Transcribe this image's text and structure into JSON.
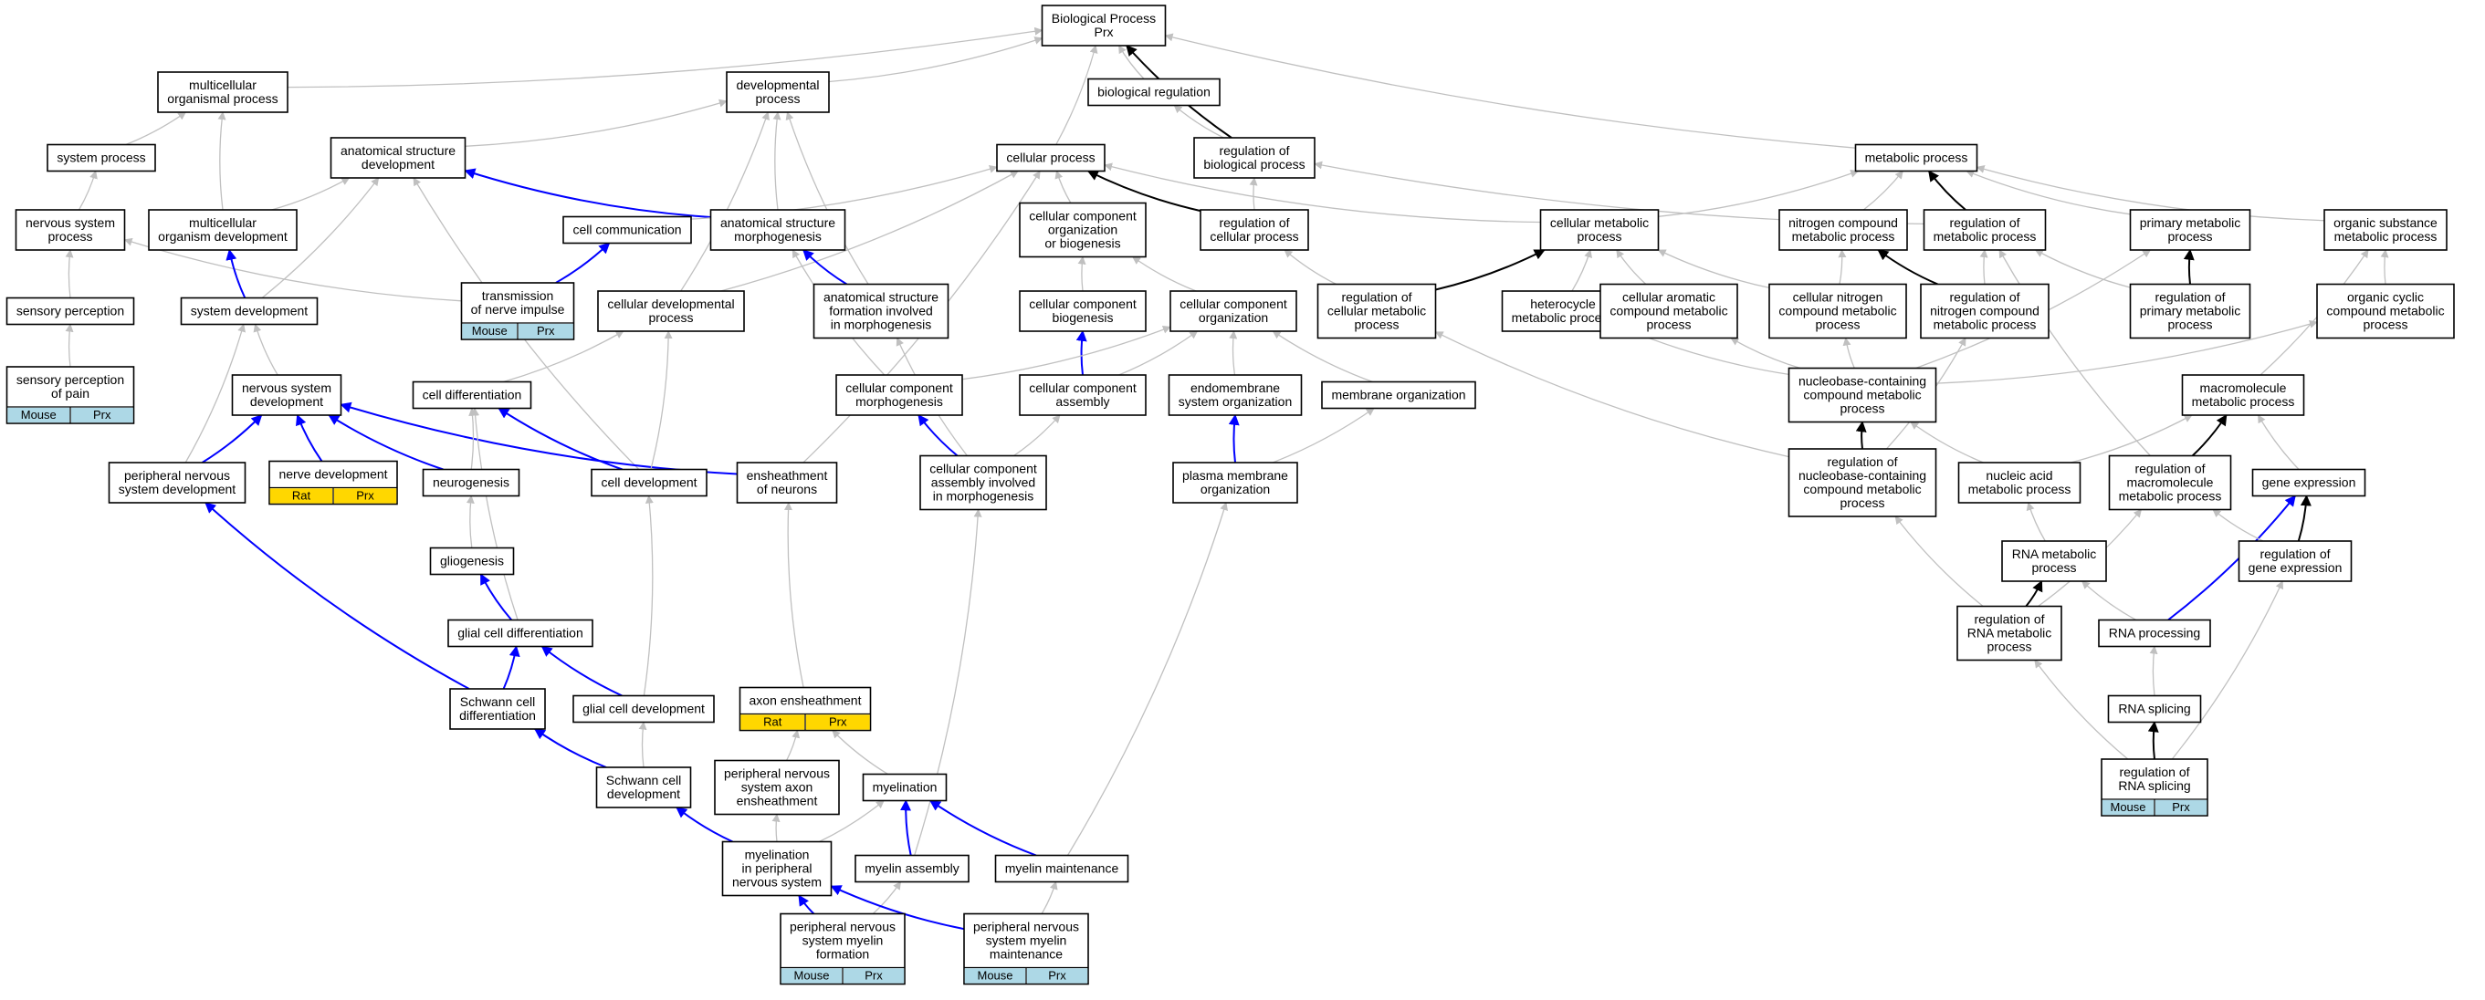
{
  "colors": {
    "edge_gray": "#c0c0c0",
    "edge_blue": "#0000ff",
    "edge_black": "#000000",
    "species_mouse": "#add8e6",
    "species_rat": "#ffd700"
  },
  "nodes": [
    {
      "id": "bp",
      "lines": [
        "Biological Process",
        "Prx"
      ]
    },
    {
      "id": "multiorg",
      "lines": [
        "multicellular",
        "organismal process"
      ]
    },
    {
      "id": "devproc",
      "lines": [
        "developmental",
        "process"
      ]
    },
    {
      "id": "bioreg",
      "lines": [
        "biological regulation"
      ]
    },
    {
      "id": "sysproc",
      "lines": [
        "system process"
      ]
    },
    {
      "id": "asdev",
      "lines": [
        "anatomical structure",
        "development"
      ]
    },
    {
      "id": "cellproc",
      "lines": [
        "cellular process"
      ]
    },
    {
      "id": "regbio",
      "lines": [
        "regulation of",
        "biological process"
      ]
    },
    {
      "id": "metproc",
      "lines": [
        "metabolic process"
      ]
    },
    {
      "id": "nsp",
      "lines": [
        "nervous system",
        "process"
      ]
    },
    {
      "id": "mod",
      "lines": [
        "multicellular",
        "organism development"
      ]
    },
    {
      "id": "cellcomm",
      "lines": [
        "cell communication"
      ]
    },
    {
      "id": "asm",
      "lines": [
        "anatomical structure",
        "morphogenesis"
      ]
    },
    {
      "id": "ccob",
      "lines": [
        "cellular component",
        "organization",
        "or biogenesis"
      ]
    },
    {
      "id": "regcp",
      "lines": [
        "regulation of",
        "cellular process"
      ]
    },
    {
      "id": "cmp",
      "lines": [
        "cellular metabolic",
        "process"
      ]
    },
    {
      "id": "ncmp",
      "lines": [
        "nitrogen compound",
        "metabolic process"
      ]
    },
    {
      "id": "regmp",
      "lines": [
        "regulation of",
        "metabolic process"
      ]
    },
    {
      "id": "pmp",
      "lines": [
        "primary metabolic",
        "process"
      ]
    },
    {
      "id": "osmp",
      "lines": [
        "organic substance",
        "metabolic process"
      ]
    },
    {
      "id": "sensperc",
      "lines": [
        "sensory perception"
      ]
    },
    {
      "id": "sysdev",
      "lines": [
        "system development"
      ]
    },
    {
      "id": "tni",
      "lines": [
        "transmission",
        "of nerve impulse"
      ],
      "tags": [
        "Mouse",
        "Prx"
      ]
    },
    {
      "id": "cdp",
      "lines": [
        "cellular developmental",
        "process"
      ]
    },
    {
      "id": "asfim",
      "lines": [
        "anatomical structure",
        "formation involved",
        "in morphogenesis"
      ]
    },
    {
      "id": "ccbio",
      "lines": [
        "cellular component",
        "biogenesis"
      ]
    },
    {
      "id": "ccorg",
      "lines": [
        "cellular component",
        "organization"
      ]
    },
    {
      "id": "regcmp",
      "lines": [
        "regulation of",
        "cellular metabolic",
        "process"
      ]
    },
    {
      "id": "hetero",
      "lines": [
        "heterocycle",
        "metabolic process"
      ]
    },
    {
      "id": "cacmp",
      "lines": [
        "cellular aromatic",
        "compound metabolic",
        "process"
      ]
    },
    {
      "id": "cncmp",
      "lines": [
        "cellular nitrogen",
        "compound metabolic",
        "process"
      ]
    },
    {
      "id": "regncmp",
      "lines": [
        "regulation of",
        "nitrogen compound",
        "metabolic process"
      ]
    },
    {
      "id": "regpmp",
      "lines": [
        "regulation of",
        "primary metabolic",
        "process"
      ]
    },
    {
      "id": "occmp",
      "lines": [
        "organic cyclic",
        "compound metabolic",
        "process"
      ]
    },
    {
      "id": "spp",
      "lines": [
        "sensory perception",
        "of pain"
      ],
      "tags": [
        "Mouse",
        "Prx"
      ]
    },
    {
      "id": "nsd",
      "lines": [
        "nervous system",
        "development"
      ]
    },
    {
      "id": "celldiff",
      "lines": [
        "cell differentiation"
      ]
    },
    {
      "id": "ccmorph",
      "lines": [
        "cellular component",
        "morphogenesis"
      ]
    },
    {
      "id": "ccasm",
      "lines": [
        "cellular component",
        "assembly"
      ]
    },
    {
      "id": "endo",
      "lines": [
        "endomembrane",
        "system organization"
      ]
    },
    {
      "id": "memorg",
      "lines": [
        "membrane organization"
      ]
    },
    {
      "id": "nbcmp",
      "lines": [
        "nucleobase-containing",
        "compound metabolic",
        "process"
      ]
    },
    {
      "id": "macromp",
      "lines": [
        "macromolecule",
        "metabolic process"
      ]
    },
    {
      "id": "pnsd",
      "lines": [
        "peripheral nervous",
        "system development"
      ]
    },
    {
      "id": "nervedev",
      "lines": [
        "nerve development"
      ],
      "tags": [
        "Rat",
        "Prx"
      ]
    },
    {
      "id": "neurogen",
      "lines": [
        "neurogenesis"
      ]
    },
    {
      "id": "celldev",
      "lines": [
        "cell development"
      ]
    },
    {
      "id": "ensheath",
      "lines": [
        "ensheathment",
        "of neurons"
      ]
    },
    {
      "id": "ccaim",
      "lines": [
        "cellular component",
        "assembly involved",
        "in morphogenesis"
      ]
    },
    {
      "id": "pmorg",
      "lines": [
        "plasma membrane",
        "organization"
      ]
    },
    {
      "id": "regnbcmp",
      "lines": [
        "regulation of",
        "nucleobase-containing",
        "compound metabolic",
        "process"
      ]
    },
    {
      "id": "namp",
      "lines": [
        "nucleic acid",
        "metabolic process"
      ]
    },
    {
      "id": "regmacromp",
      "lines": [
        "regulation of",
        "macromolecule",
        "metabolic process"
      ]
    },
    {
      "id": "geneexp",
      "lines": [
        "gene expression"
      ]
    },
    {
      "id": "gliogen",
      "lines": [
        "gliogenesis"
      ]
    },
    {
      "id": "rnamp",
      "lines": [
        "RNA metabolic",
        "process"
      ]
    },
    {
      "id": "reggeneexp",
      "lines": [
        "regulation of",
        "gene expression"
      ]
    },
    {
      "id": "glialdiff",
      "lines": [
        "glial cell differentiation"
      ]
    },
    {
      "id": "regrnamp",
      "lines": [
        "regulation of",
        "RNA metabolic",
        "process"
      ]
    },
    {
      "id": "rnaproc",
      "lines": [
        "RNA processing"
      ]
    },
    {
      "id": "schwdiff",
      "lines": [
        "Schwann cell",
        "differentiation"
      ]
    },
    {
      "id": "glialdev",
      "lines": [
        "glial cell development"
      ]
    },
    {
      "id": "axonens",
      "lines": [
        "axon ensheathment"
      ],
      "tags": [
        "Rat",
        "Prx"
      ]
    },
    {
      "id": "rnasplice",
      "lines": [
        "RNA splicing"
      ]
    },
    {
      "id": "pnsae",
      "lines": [
        "peripheral nervous",
        "system axon",
        "ensheathment"
      ]
    },
    {
      "id": "myelin",
      "lines": [
        "myelination"
      ]
    },
    {
      "id": "schwdev",
      "lines": [
        "Schwann cell",
        "development"
      ]
    },
    {
      "id": "regrnasplice",
      "lines": [
        "regulation of",
        "RNA splicing"
      ],
      "tags": [
        "Mouse",
        "Prx"
      ]
    },
    {
      "id": "myelinpns",
      "lines": [
        "myelination",
        "in peripheral",
        "nervous system"
      ]
    },
    {
      "id": "myelinasm",
      "lines": [
        "myelin assembly"
      ]
    },
    {
      "id": "myelinmaint",
      "lines": [
        "myelin maintenance"
      ]
    },
    {
      "id": "pnsmf",
      "lines": [
        "peripheral nervous",
        "system myelin",
        "formation"
      ],
      "tags": [
        "Mouse",
        "Prx"
      ]
    },
    {
      "id": "pnsmm",
      "lines": [
        "peripheral nervous",
        "system myelin",
        "maintenance"
      ],
      "tags": [
        "Mouse",
        "Prx"
      ]
    }
  ],
  "edges": [
    [
      "multiorg",
      "bp",
      "gray"
    ],
    [
      "devproc",
      "bp",
      "gray"
    ],
    [
      "bioreg",
      "bp",
      "gray"
    ],
    [
      "cellproc",
      "bp",
      "gray"
    ],
    [
      "regbio",
      "bp",
      "black"
    ],
    [
      "metproc",
      "bp",
      "gray"
    ],
    [
      "sysproc",
      "multiorg",
      "gray"
    ],
    [
      "mod",
      "multiorg",
      "gray"
    ],
    [
      "asdev",
      "devproc",
      "gray"
    ],
    [
      "cdp",
      "devproc",
      "gray"
    ],
    [
      "asm",
      "devproc",
      "gray"
    ],
    [
      "asfim",
      "devproc",
      "gray"
    ],
    [
      "regbio",
      "bioreg",
      "gray"
    ],
    [
      "regcp",
      "regbio",
      "gray"
    ],
    [
      "regmp",
      "regbio",
      "gray"
    ],
    [
      "nsp",
      "sysproc",
      "gray"
    ],
    [
      "sensperc",
      "nsp",
      "gray"
    ],
    [
      "spp",
      "sensperc",
      "gray"
    ],
    [
      "tni",
      "nsp",
      "gray"
    ],
    [
      "mod",
      "asdev",
      "gray"
    ],
    [
      "sysdev",
      "asdev",
      "gray"
    ],
    [
      "asm",
      "asdev",
      "blue"
    ],
    [
      "celldev",
      "asdev",
      "gray"
    ],
    [
      "sysdev",
      "mod",
      "blue"
    ],
    [
      "nsd",
      "sysdev",
      "gray"
    ],
    [
      "pnsd",
      "sysdev",
      "gray"
    ],
    [
      "tni",
      "cellcomm",
      "blue"
    ],
    [
      "cellcomm",
      "cellproc",
      "gray"
    ],
    [
      "cdp",
      "cellproc",
      "gray"
    ],
    [
      "ccob",
      "cellproc",
      "gray"
    ],
    [
      "regcp",
      "cellproc",
      "black"
    ],
    [
      "cmp",
      "cellproc",
      "gray"
    ],
    [
      "ensheath",
      "cellproc",
      "gray"
    ],
    [
      "asfim",
      "asm",
      "blue"
    ],
    [
      "ccmorph",
      "asm",
      "gray"
    ],
    [
      "ccbio",
      "ccob",
      "gray"
    ],
    [
      "ccorg",
      "ccob",
      "gray"
    ],
    [
      "ccasm",
      "ccbio",
      "blue"
    ],
    [
      "regcmp",
      "regcp",
      "gray"
    ],
    [
      "regcmp",
      "cmp",
      "black"
    ],
    [
      "regmp",
      "metproc",
      "black"
    ],
    [
      "cmp",
      "metproc",
      "gray"
    ],
    [
      "ncmp",
      "metproc",
      "gray"
    ],
    [
      "pmp",
      "metproc",
      "gray"
    ],
    [
      "osmp",
      "metproc",
      "gray"
    ],
    [
      "hetero",
      "cmp",
      "gray"
    ],
    [
      "cacmp",
      "cmp",
      "gray"
    ],
    [
      "cncmp",
      "cmp",
      "gray"
    ],
    [
      "cncmp",
      "ncmp",
      "gray"
    ],
    [
      "regncmp",
      "ncmp",
      "black"
    ],
    [
      "regncmp",
      "regmp",
      "gray"
    ],
    [
      "regpmp",
      "regmp",
      "gray"
    ],
    [
      "regmacromp",
      "regmp",
      "gray"
    ],
    [
      "regpmp",
      "pmp",
      "black"
    ],
    [
      "occmp",
      "osmp",
      "gray"
    ],
    [
      "nbcmp",
      "hetero",
      "gray"
    ],
    [
      "nbcmp",
      "cacmp",
      "gray"
    ],
    [
      "nbcmp",
      "cncmp",
      "gray"
    ],
    [
      "nbcmp",
      "occmp",
      "gray"
    ],
    [
      "nbcmp",
      "pmp",
      "gray"
    ],
    [
      "regnbcmp",
      "nbcmp",
      "black"
    ],
    [
      "regnbcmp",
      "regcmp",
      "gray"
    ],
    [
      "regnbcmp",
      "regncmp",
      "gray"
    ],
    [
      "macromp",
      "osmp",
      "gray"
    ],
    [
      "regmacromp",
      "macromp",
      "black"
    ],
    [
      "geneexp",
      "macromp",
      "gray"
    ],
    [
      "namp",
      "macromp",
      "gray"
    ],
    [
      "namp",
      "nbcmp",
      "gray"
    ],
    [
      "pnsd",
      "nsd",
      "blue"
    ],
    [
      "nervedev",
      "nsd",
      "blue"
    ],
    [
      "neurogen",
      "nsd",
      "blue"
    ],
    [
      "ensheath",
      "nsd",
      "blue"
    ],
    [
      "celldiff",
      "cdp",
      "gray"
    ],
    [
      "celldev",
      "celldiff",
      "blue"
    ],
    [
      "neurogen",
      "celldiff",
      "gray"
    ],
    [
      "glialdiff",
      "celldiff",
      "gray"
    ],
    [
      "celldev",
      "cdp",
      "gray"
    ],
    [
      "ccmorph",
      "ccorg",
      "gray"
    ],
    [
      "ccasm",
      "ccorg",
      "gray"
    ],
    [
      "memorg",
      "ccorg",
      "gray"
    ],
    [
      "endo",
      "ccorg",
      "gray"
    ],
    [
      "pmorg",
      "endo",
      "blue"
    ],
    [
      "pmorg",
      "memorg",
      "gray"
    ],
    [
      "ccaim",
      "ccmorph",
      "blue"
    ],
    [
      "ccaim",
      "ccasm",
      "gray"
    ],
    [
      "ccaim",
      "asfim",
      "gray"
    ],
    [
      "gliogen",
      "neurogen",
      "gray"
    ],
    [
      "glialdiff",
      "gliogen",
      "blue"
    ],
    [
      "schwdiff",
      "glialdiff",
      "blue"
    ],
    [
      "glialdev",
      "glialdiff",
      "blue"
    ],
    [
      "glialdev",
      "celldev",
      "gray"
    ],
    [
      "schwdiff",
      "pnsd",
      "blue"
    ],
    [
      "schwdev",
      "schwdiff",
      "blue"
    ],
    [
      "schwdev",
      "glialdev",
      "gray"
    ],
    [
      "axonens",
      "ensheath",
      "gray"
    ],
    [
      "pnsae",
      "axonens",
      "gray"
    ],
    [
      "myelin",
      "axonens",
      "gray"
    ],
    [
      "myelinpns",
      "schwdev",
      "blue"
    ],
    [
      "myelinpns",
      "pnsae",
      "gray"
    ],
    [
      "myelinpns",
      "myelin",
      "gray"
    ],
    [
      "myelinasm",
      "myelin",
      "blue"
    ],
    [
      "myelinasm",
      "ccaim",
      "gray"
    ],
    [
      "myelinmaint",
      "myelin",
      "blue"
    ],
    [
      "myelinmaint",
      "pmorg",
      "gray"
    ],
    [
      "pnsmf",
      "myelinpns",
      "blue"
    ],
    [
      "pnsmf",
      "myelinasm",
      "gray"
    ],
    [
      "pnsmm",
      "myelinpns",
      "blue"
    ],
    [
      "pnsmm",
      "myelinmaint",
      "gray"
    ],
    [
      "rnamp",
      "namp",
      "gray"
    ],
    [
      "regrnamp",
      "rnamp",
      "black"
    ],
    [
      "regrnamp",
      "regnbcmp",
      "gray"
    ],
    [
      "regrnamp",
      "regmacromp",
      "gray"
    ],
    [
      "rnaproc",
      "rnamp",
      "gray"
    ],
    [
      "rnaproc",
      "geneexp",
      "blue"
    ],
    [
      "reggeneexp",
      "geneexp",
      "black"
    ],
    [
      "reggeneexp",
      "regmacromp",
      "gray"
    ],
    [
      "rnasplice",
      "rnaproc",
      "gray"
    ],
    [
      "regrnasplice",
      "rnasplice",
      "black"
    ],
    [
      "regrnasplice",
      "regrnamp",
      "gray"
    ],
    [
      "regrnasplice",
      "reggeneexp",
      "gray"
    ]
  ]
}
